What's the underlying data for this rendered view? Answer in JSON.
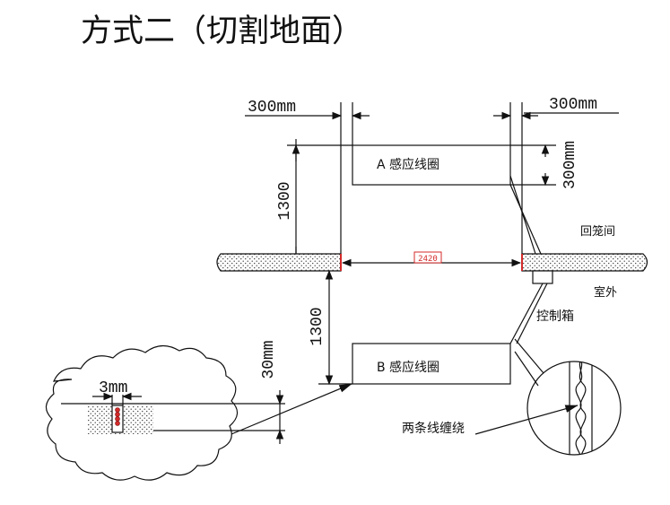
{
  "title": "方式二（切割地面）",
  "dimensions": {
    "top_left_width": "300mm",
    "top_right_width": "300mm",
    "right_height": "300mm",
    "left_height": "1300",
    "middle_height": "1300",
    "groove_depth": "30mm",
    "groove_width": "3mm",
    "span": "2420"
  },
  "labels": {
    "coil_a": "A 感应线圈",
    "coil_b": "B 感应线圈",
    "inner_area": "回笼间",
    "outer_area": "室外",
    "control_box": "控制箱",
    "twisted_wires": "两条线缠绕"
  },
  "colors": {
    "line": "#111111",
    "accent": "#d42a2a",
    "ground_fill": "#e9e9e9"
  }
}
